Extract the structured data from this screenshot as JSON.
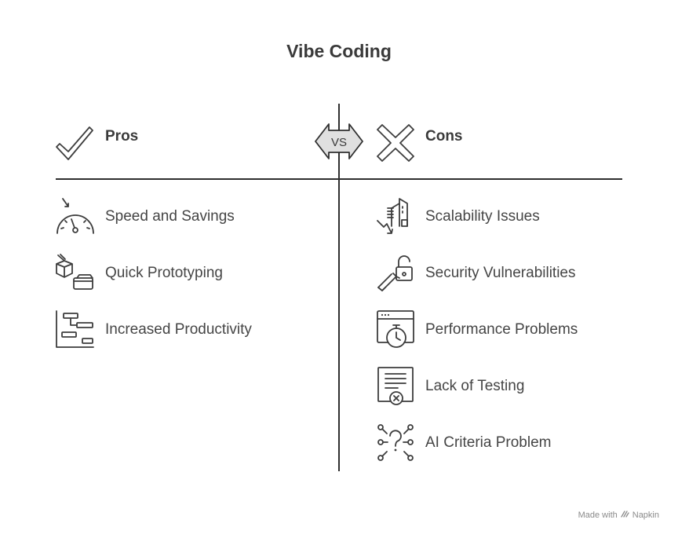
{
  "title": "Vibe Coding",
  "vs_label": "VS",
  "pros": {
    "heading": "Pros",
    "heading_icon": "check-icon",
    "items": [
      {
        "label": "Speed and Savings",
        "icon": "speedometer-icon"
      },
      {
        "label": "Quick Prototyping",
        "icon": "boxes-icon"
      },
      {
        "label": "Increased Productivity",
        "icon": "gantt-chart-icon"
      }
    ]
  },
  "cons": {
    "heading": "Cons",
    "heading_icon": "cross-icon",
    "items": [
      {
        "label": "Scalability Issues",
        "icon": "declining-building-icon"
      },
      {
        "label": "Security Vulnerabilities",
        "icon": "unlocked-padlock-icon"
      },
      {
        "label": "Performance Problems",
        "icon": "browser-stopwatch-icon"
      },
      {
        "label": "Lack of Testing",
        "icon": "rejected-document-icon"
      },
      {
        "label": "AI Criteria Problem",
        "icon": "question-network-icon"
      }
    ]
  },
  "footer": {
    "made_with": "Made with",
    "brand": "Napkin"
  },
  "colors": {
    "text": "#3a3a3a",
    "lines": "#2f2f2f",
    "vs_fill": "#e0e0e0"
  }
}
